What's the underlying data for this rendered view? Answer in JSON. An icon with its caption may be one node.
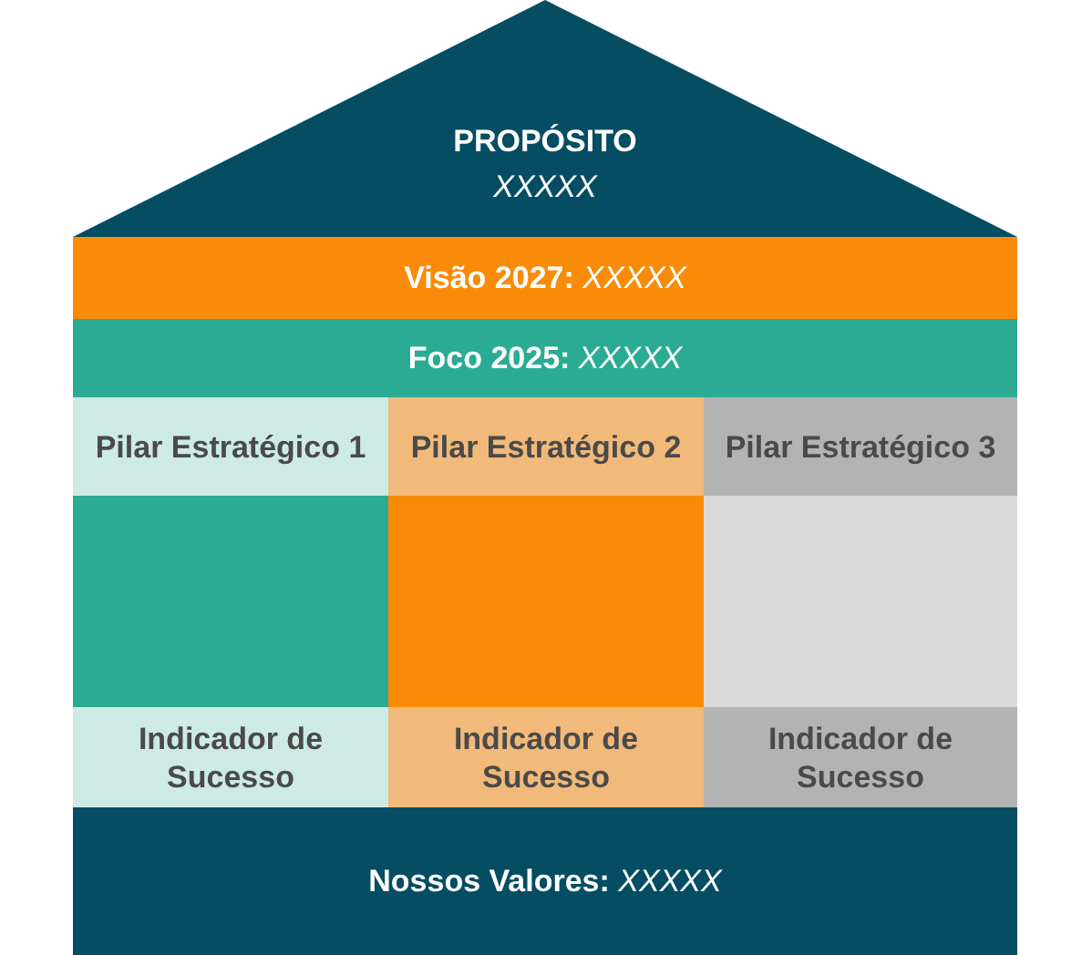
{
  "diagram": {
    "nodes": [
      {
        "text": [
          "PROPÓSITO",
          "XXXXX"
        ]
      },
      {
        "text": [
          "**Visão 2027:** *XXXXX*"
        ]
      },
      {
        "text": [
          "**Foco 2025:** *XXXXX*"
        ]
      },
      {
        "text": [
          "Pilar Estratégico 1"
        ]
      },
      {
        "text": [
          "Pilar Estratégico 2"
        ]
      },
      {
        "text": [
          "Pilar Estratégico 3"
        ]
      },
      {
        "text": [],
        "shape": "box"
      },
      {
        "text": [],
        "shape": "box"
      },
      {
        "text": [],
        "shape": "box"
      },
      {
        "text": [
          "Indicador de Sucesso"
        ]
      },
      {
        "text": [
          "Indicador de Sucesso"
        ]
      },
      {
        "text": [
          "Indicador de Sucesso"
        ]
      },
      {
        "text": [
          "**Nossos Valores:** *XXXXX*"
        ]
      }
    ],
    "edges": []
  }
}
